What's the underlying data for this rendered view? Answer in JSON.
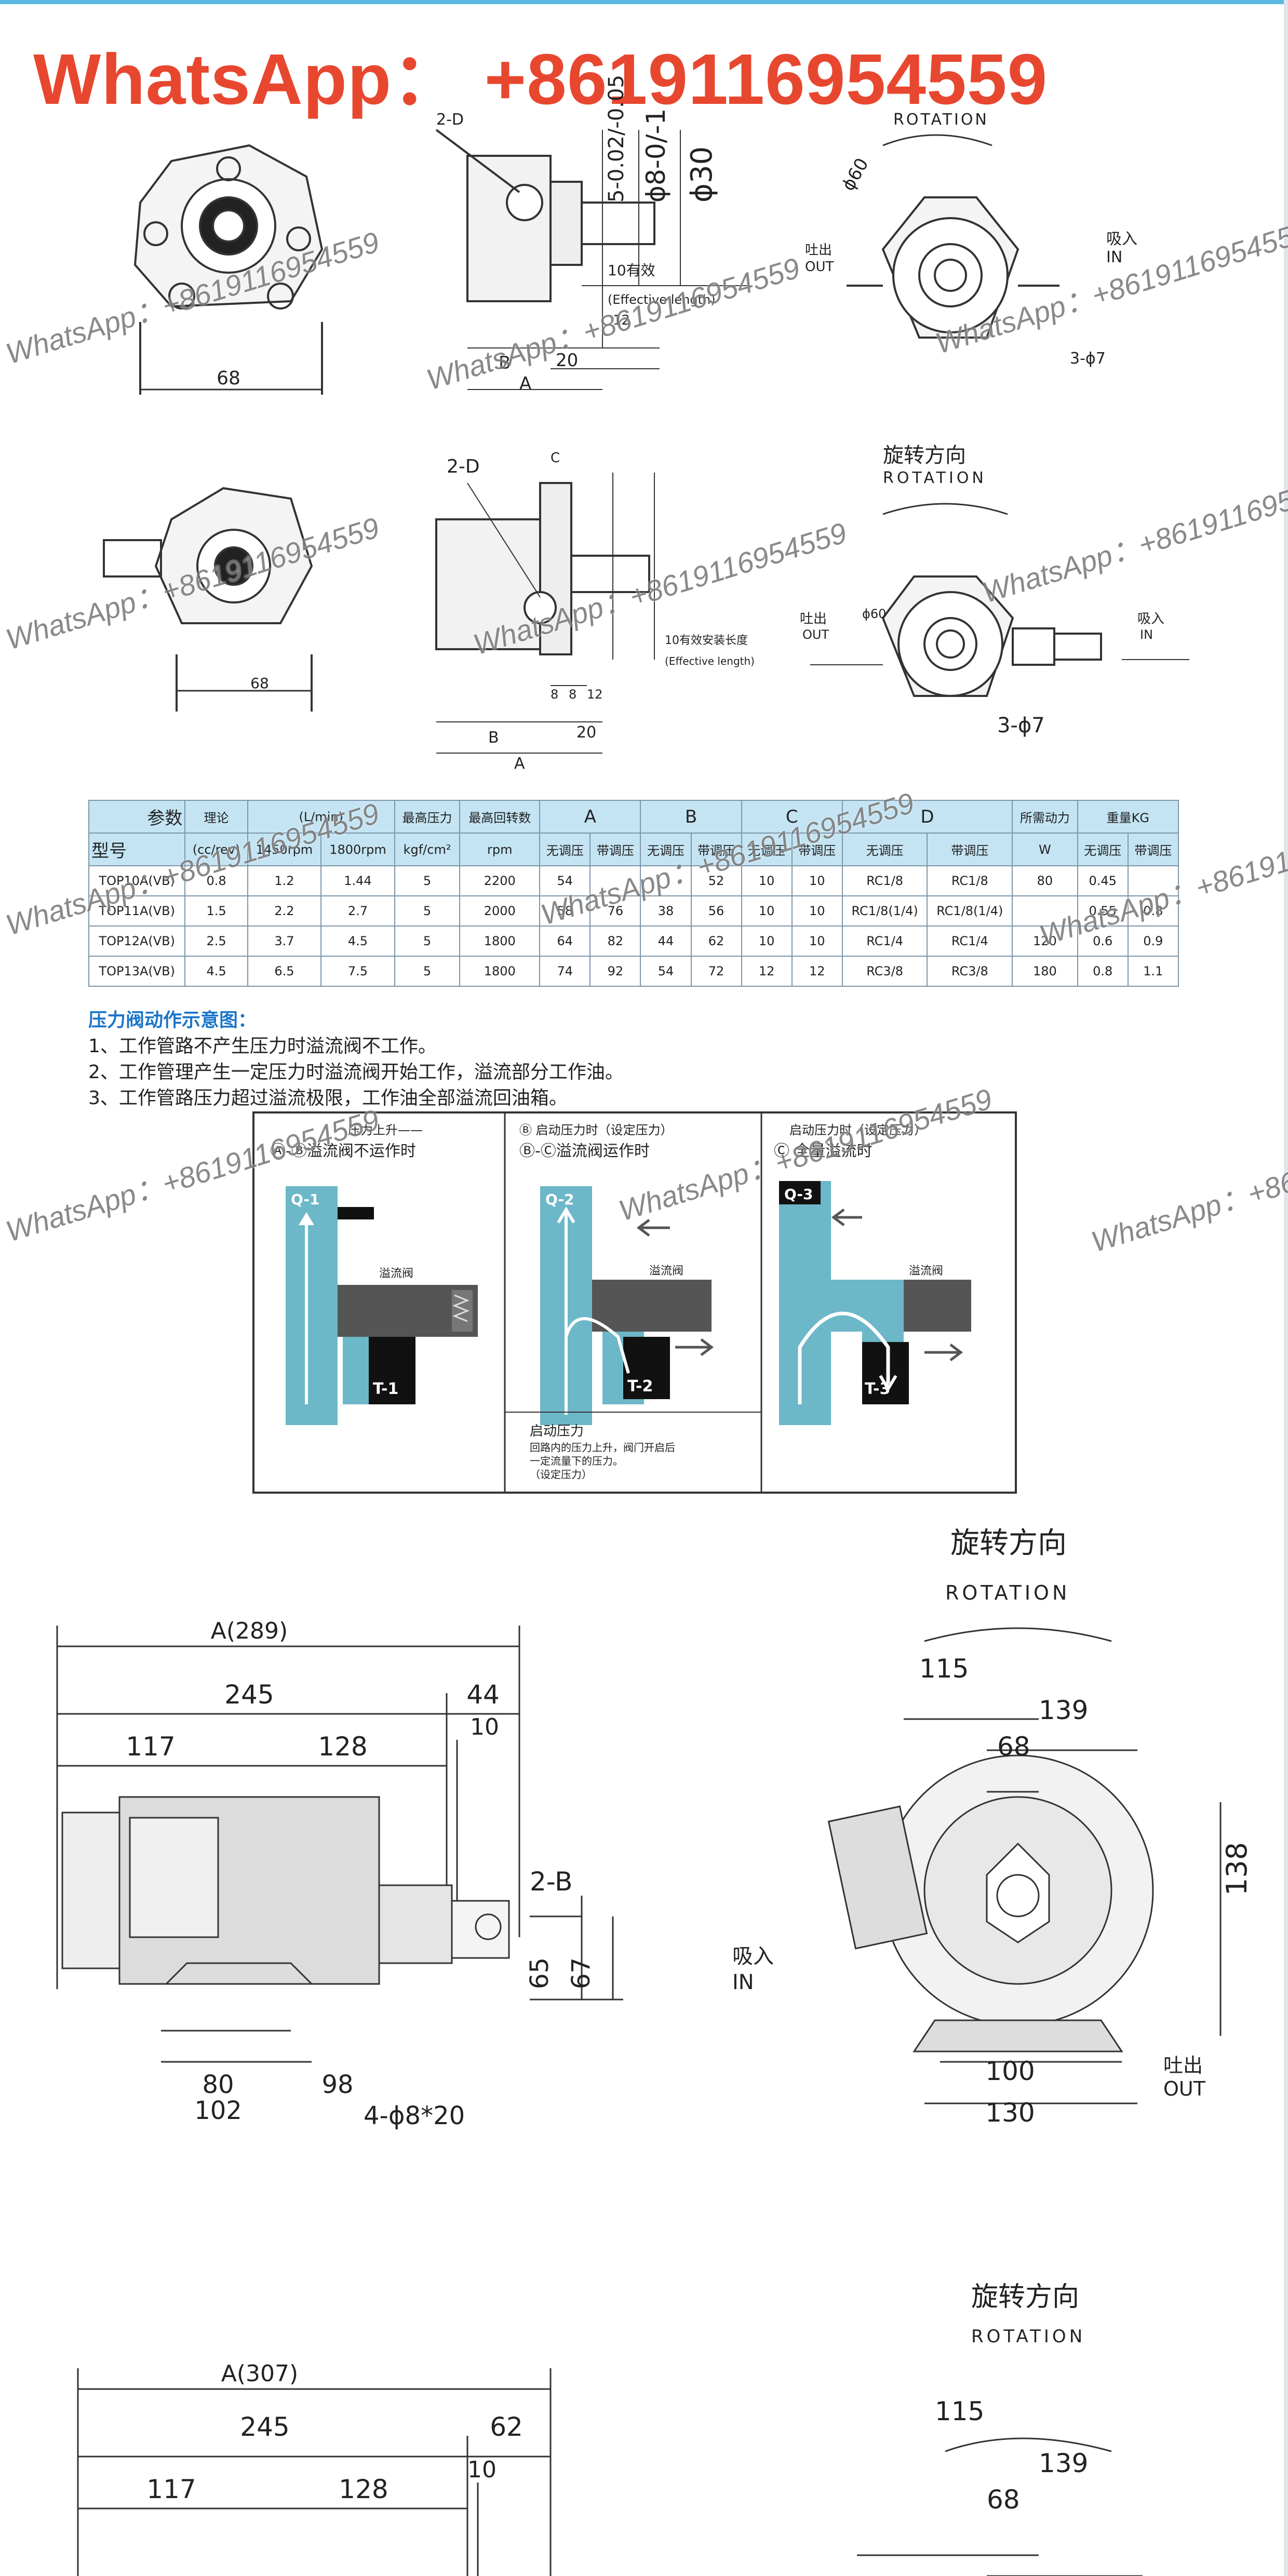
{
  "header": {
    "whatsapp": "WhatsApp： +8619116954559"
  },
  "watermark": "WhatsApp：+8619116954559",
  "drawing1": {
    "front_width": "68",
    "side_labels": [
      "2-D",
      "5-0.02/-0.05",
      "ϕ8-0/-1",
      "ϕ30",
      "10有效",
      "(Effective length)",
      "B",
      "20",
      "A",
      "12"
    ],
    "rotation_title": "ROTATION",
    "phi60": "ϕ60",
    "inlet": "吸入",
    "inlet_en": "IN",
    "outlet": "吐出",
    "outlet_en": "OUT",
    "holes": "3-ϕ7"
  },
  "drawing2": {
    "front_width": "68",
    "side_labels": [
      "2-D",
      "C",
      "8",
      "8",
      "12",
      "B",
      "20",
      "A",
      "10有效安装长度",
      "(Effective length)"
    ],
    "rotation_cn": "旋转方向",
    "rotation_en": "ROTATION",
    "phi60": "ϕ60",
    "outlet": "吐出",
    "outlet_en": "OUT",
    "inlet": "吸入",
    "inlet_en": "IN",
    "holes": "3-ϕ7"
  },
  "spec_table": {
    "header_row1": [
      "参数",
      "理论",
      "(L/min)",
      "最高压力",
      "最高回转数",
      "A",
      "B",
      "C",
      "D",
      "所需动力",
      "重量KG"
    ],
    "header_row2": [
      "型号",
      "(cc/rev)",
      "1450rpm",
      "1800rpm",
      "kgf/cm²",
      "rpm",
      "无调压",
      "带调压",
      "无调压",
      "带调压",
      "无调压",
      "带调压",
      "无调压",
      "带调压",
      "W",
      "无调压",
      "带调压"
    ],
    "rows": [
      [
        "TOP10A(VB)",
        "0.8",
        "1.2",
        "1.44",
        "5",
        "2200",
        "54",
        "",
        "",
        "52",
        "10",
        "10",
        "RC1/8",
        "RC1/8",
        "80",
        "0.45",
        ""
      ],
      [
        "TOP11A(VB)",
        "1.5",
        "2.2",
        "2.7",
        "5",
        "2000",
        "58",
        "76",
        "38",
        "56",
        "10",
        "10",
        "RC1/8(1/4)",
        "RC1/8(1/4)",
        "",
        "0.55",
        "0.8"
      ],
      [
        "TOP12A(VB)",
        "2.5",
        "3.7",
        "4.5",
        "5",
        "1800",
        "64",
        "82",
        "44",
        "62",
        "10",
        "10",
        "RC1/4",
        "RC1/4",
        "120",
        "0.6",
        "0.9"
      ],
      [
        "TOP13A(VB)",
        "4.5",
        "6.5",
        "7.5",
        "5",
        "1800",
        "74",
        "92",
        "54",
        "72",
        "12",
        "12",
        "RC3/8",
        "RC3/8",
        "180",
        "0.8",
        "1.1"
      ]
    ]
  },
  "notes": {
    "title": "压力阀动作示意图：",
    "items": [
      "1、工作管路不产生压力时溢流阀不工作。",
      "2、工作管理产生一定压力时溢流阀开始工作，溢流部分工作油。",
      "3、工作管路压力超过溢流极限，工作油全部溢流回油箱。"
    ]
  },
  "valve_diagram": {
    "panel1_top": "压力上升——",
    "panel1_caption": "Ⓐ-Ⓑ溢流阀不运作时",
    "panel1_q": "Q-1",
    "panel1_t": "T-1",
    "panel2_top": "Ⓑ 启动压力时（设定压力）",
    "panel2_caption": "Ⓑ-Ⓒ溢流阀运作时",
    "panel2_q": "Q-2",
    "panel2_t": "T-2",
    "panel3_top": "启动压力时（设定压力）",
    "panel3_caption": "Ⓒ 全量溢流时",
    "panel3_q": "Q-3",
    "panel3_t": "T-3",
    "valve_label": "溢流阀",
    "bottom_title": "启动压力",
    "bottom_lines": [
      "回路内的压力上升，阀门开启后",
      "一定流量下的压力。",
      "（设定压力）"
    ]
  },
  "motor1": {
    "overall": "A(289)",
    "d245": "245",
    "d44": "44",
    "d10": "10",
    "d117": "117",
    "d128": "128",
    "port": "2-B",
    "d65": "65",
    "d67": "67",
    "d80": "80",
    "d98": "98",
    "d102": "102",
    "holes": "4-ϕ8*20",
    "inlet": "吸入",
    "inlet_en": "IN",
    "rotation_cn": "旋转方向",
    "rotation_en": "ROTATION",
    "d115": "115",
    "d139": "139",
    "d68": "68",
    "d138": "138",
    "d100": "100",
    "d130": "130",
    "outlet": "吐出",
    "outlet_en": "OUT"
  },
  "motor2": {
    "overall": "A(307)",
    "d245": "245",
    "d62": "62",
    "d10": "10",
    "d117": "117",
    "d128": "128",
    "rotation_cn": "旋转方向",
    "rotation_en": "ROTATION",
    "d115": "115",
    "d139": "139",
    "d68": "68"
  }
}
